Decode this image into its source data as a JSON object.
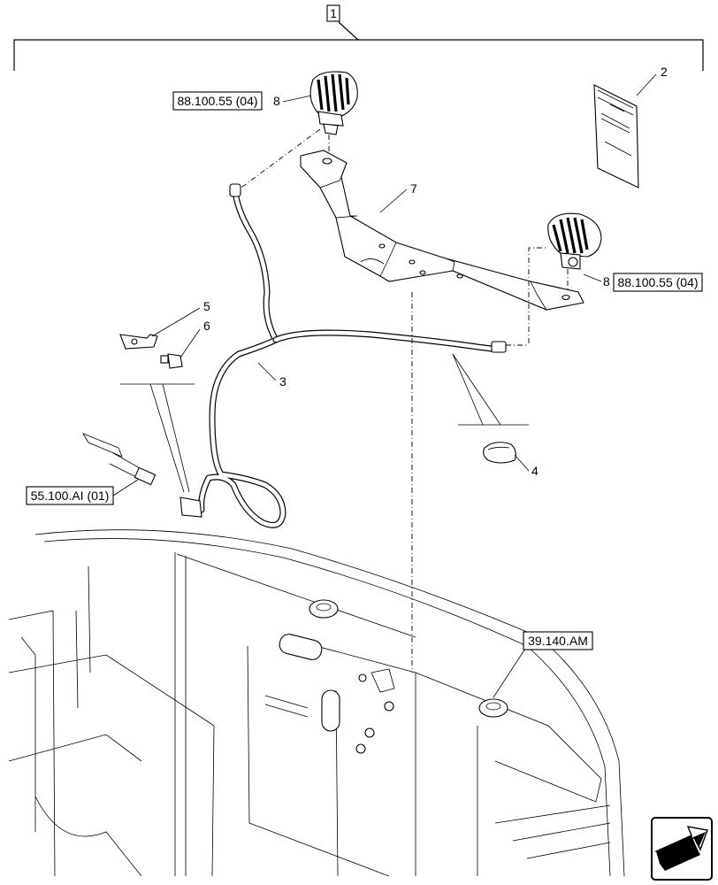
{
  "assembly_ref": "1",
  "callouts": {
    "c2": "2",
    "c3": "3",
    "c4": "4",
    "c5": "5",
    "c6": "6",
    "c7": "7",
    "c8a": "8",
    "c8b": "8"
  },
  "references": {
    "lamp_left": "88.100.55 (04)",
    "lamp_right": "88.100.55 (04)",
    "connector": "55.100.AI (01)",
    "frame": "39.140.AM"
  },
  "icons": {
    "nav": "next-page-arrow-icon"
  }
}
